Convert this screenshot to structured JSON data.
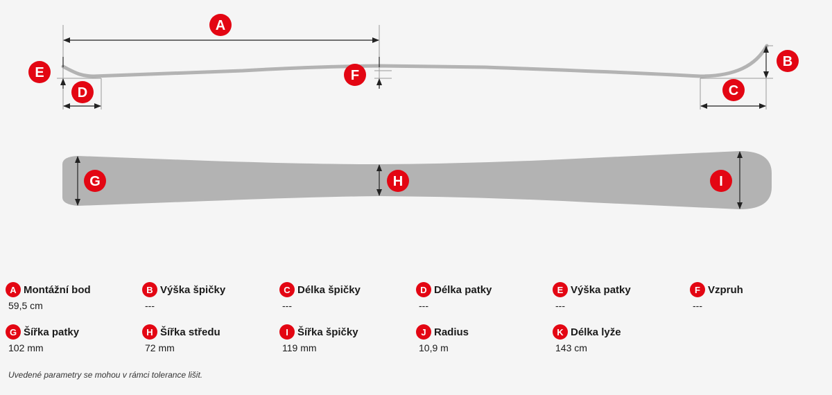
{
  "badges": {
    "A": "A",
    "B": "B",
    "C": "C",
    "D": "D",
    "E": "E",
    "F": "F",
    "G": "G",
    "H": "H",
    "I": "I",
    "J": "J",
    "K": "K"
  },
  "colors": {
    "accent": "#e30613",
    "ski": "#b3b3b3",
    "line": "#222222"
  },
  "legend": [
    {
      "letter": "A",
      "label": "Montážní bod",
      "value": "59,5 cm"
    },
    {
      "letter": "B",
      "label": "Výška špičky",
      "value": "---"
    },
    {
      "letter": "C",
      "label": "Délka špičky",
      "value": "---"
    },
    {
      "letter": "D",
      "label": "Délka patky",
      "value": "---"
    },
    {
      "letter": "E",
      "label": "Výška patky",
      "value": "---"
    },
    {
      "letter": "F",
      "label": "Vzpruh",
      "value": "---"
    },
    {
      "letter": "G",
      "label": "Šířka patky",
      "value": "102 mm"
    },
    {
      "letter": "H",
      "label": "Šířka středu",
      "value": "72 mm"
    },
    {
      "letter": "I",
      "label": "Šířka špičky",
      "value": "119 mm"
    },
    {
      "letter": "J",
      "label": "Radius",
      "value": "10,9 m"
    },
    {
      "letter": "K",
      "label": "Délka lyže",
      "value": "143 cm"
    }
  ],
  "note": "Uvedené parametry se mohou v rámci tolerance lišit."
}
